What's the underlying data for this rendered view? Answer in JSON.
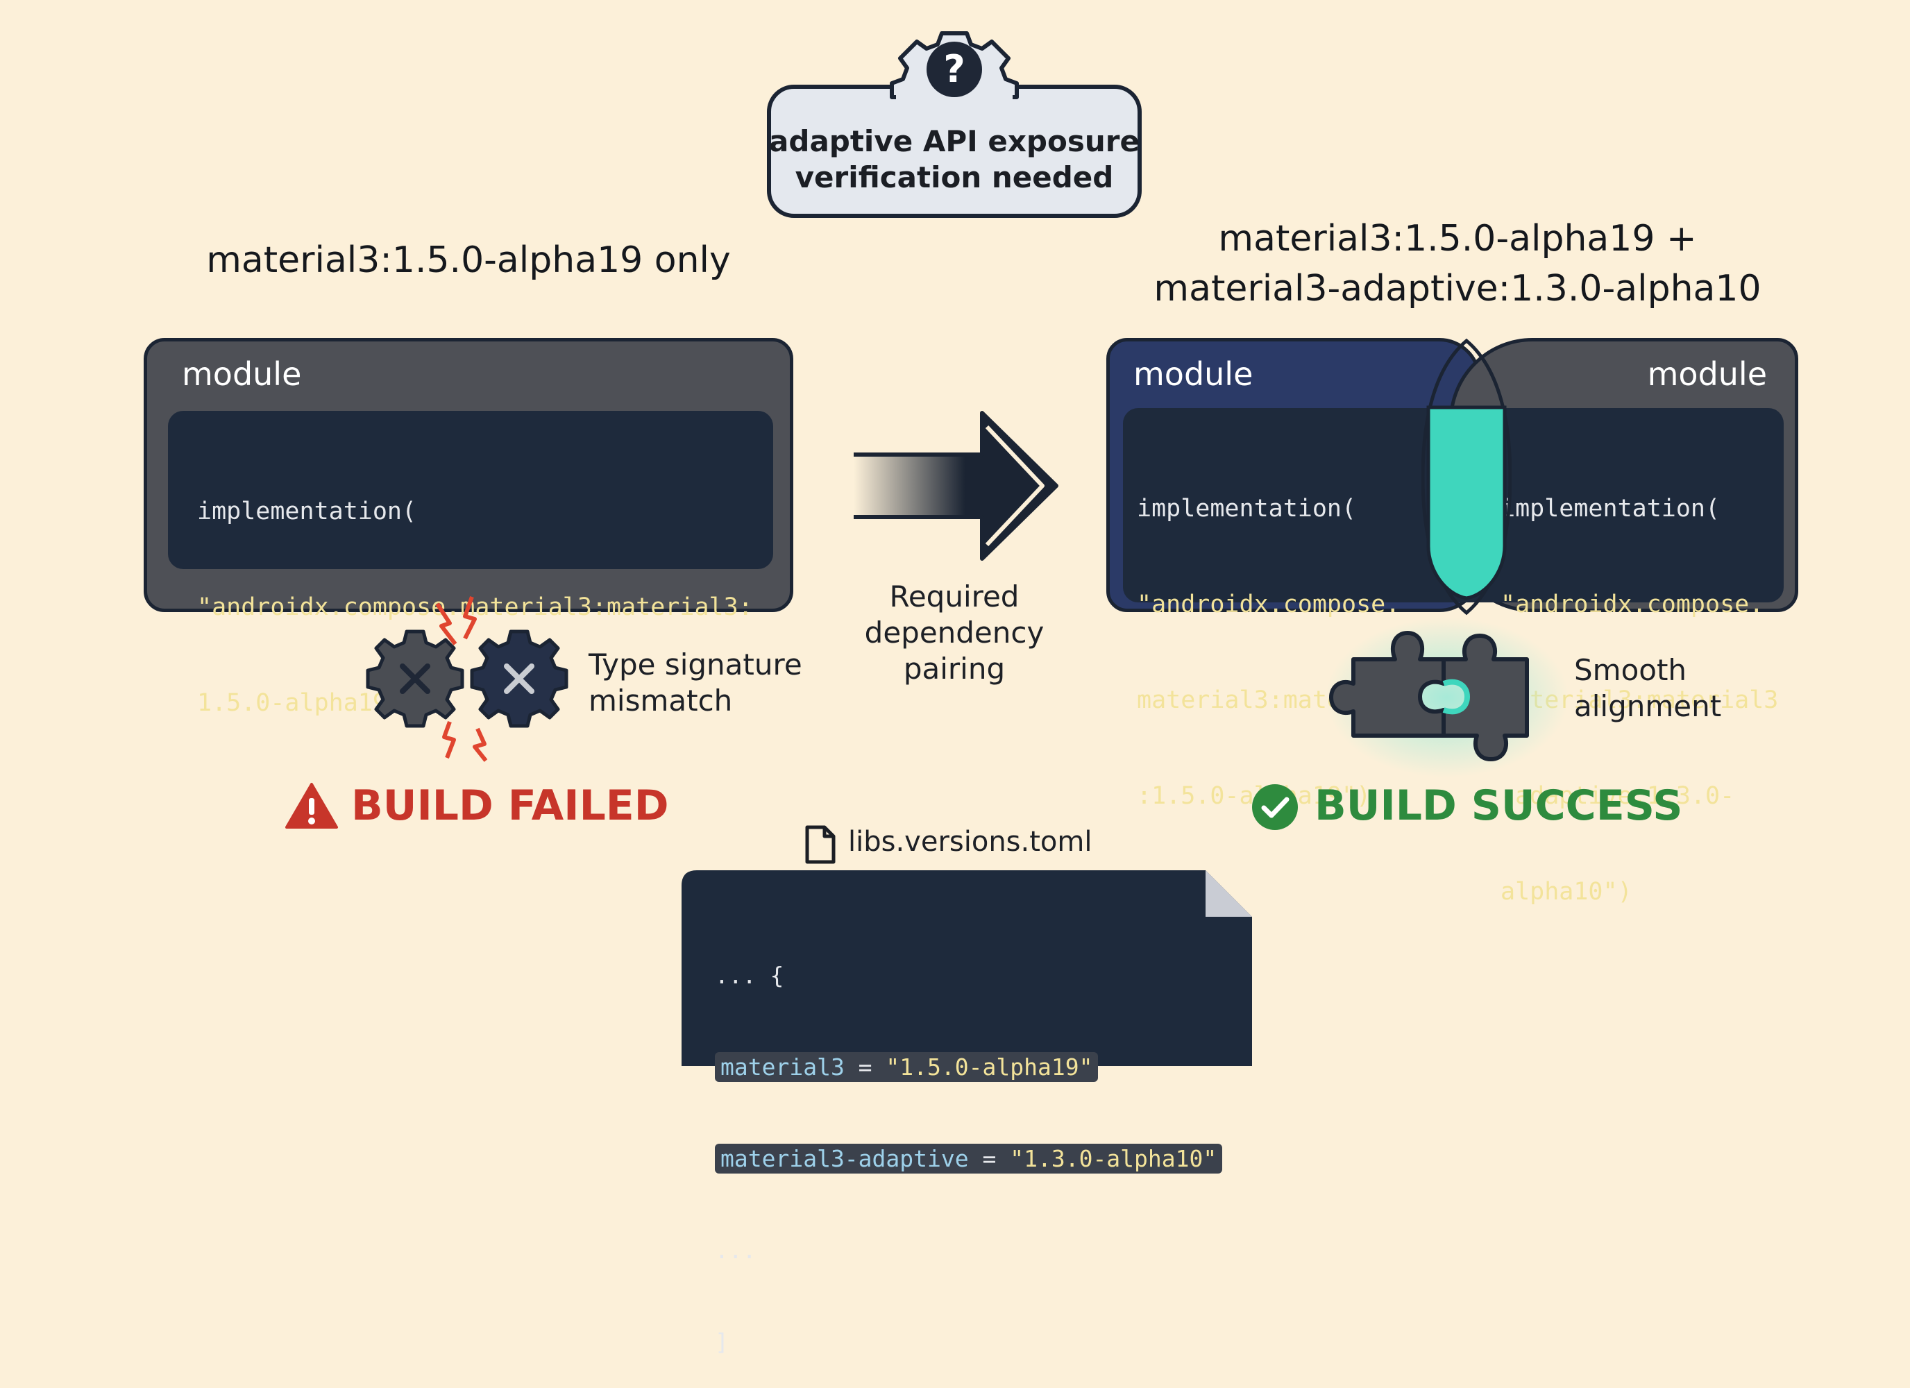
{
  "question_badge": {
    "icon": "question-gear-icon",
    "line1": "adaptive API exposure",
    "line2": "verification needed"
  },
  "left": {
    "title": "material3:1.5.0-alpha19 only",
    "module_label": "module",
    "code_line1": "implementation(",
    "code_line2": "\"androidx.compose.material3:material3:",
    "code_line3": "1.5.0-alpha19\")",
    "caption_line1": "Type signature",
    "caption_line2": "mismatch",
    "status": "BUILD FAILED",
    "status_color": "#c7352a"
  },
  "middle": {
    "caption_line1": "Required",
    "caption_line2": "dependency",
    "caption_line3": "pairing"
  },
  "right": {
    "title_line1": "material3:1.5.0-alpha19 +",
    "title_line2": "material3-adaptive:1.3.0-alpha10",
    "module_a_label": "module",
    "module_b_label": "module",
    "code_a_line1": "implementation(",
    "code_a_line2": "\"androidx.compose.",
    "code_a_line3": "material3:material3",
    "code_a_line4": ":1.5.0-alpha19\")",
    "code_b_line1": "implementation(",
    "code_b_line2": "\"androidx.compose.",
    "code_b_line3": "material3:material3",
    "code_b_line4": "-adaptive:1.3.0-",
    "code_b_line5": "alpha10\")",
    "caption_line1": "Smooth",
    "caption_line2": "alignment",
    "status": "BUILD SUCCESS",
    "status_color": "#2e8b3e"
  },
  "toml": {
    "filename": "libs.versions.toml",
    "line1": "... {",
    "line2_key": "material3",
    "line2_eq": " = ",
    "line2_val": "\"1.5.0-alpha19\"",
    "line3_key": "material3-adaptive",
    "line3_eq": " = ",
    "line3_val": "\"1.3.0-alpha10\"",
    "line4": "...",
    "line5": "]"
  },
  "colors": {
    "background": "#fcf0d9",
    "accent_teal": "#3fd6bd",
    "code_bg": "#1e2a3c",
    "string": "#f3e39a"
  }
}
